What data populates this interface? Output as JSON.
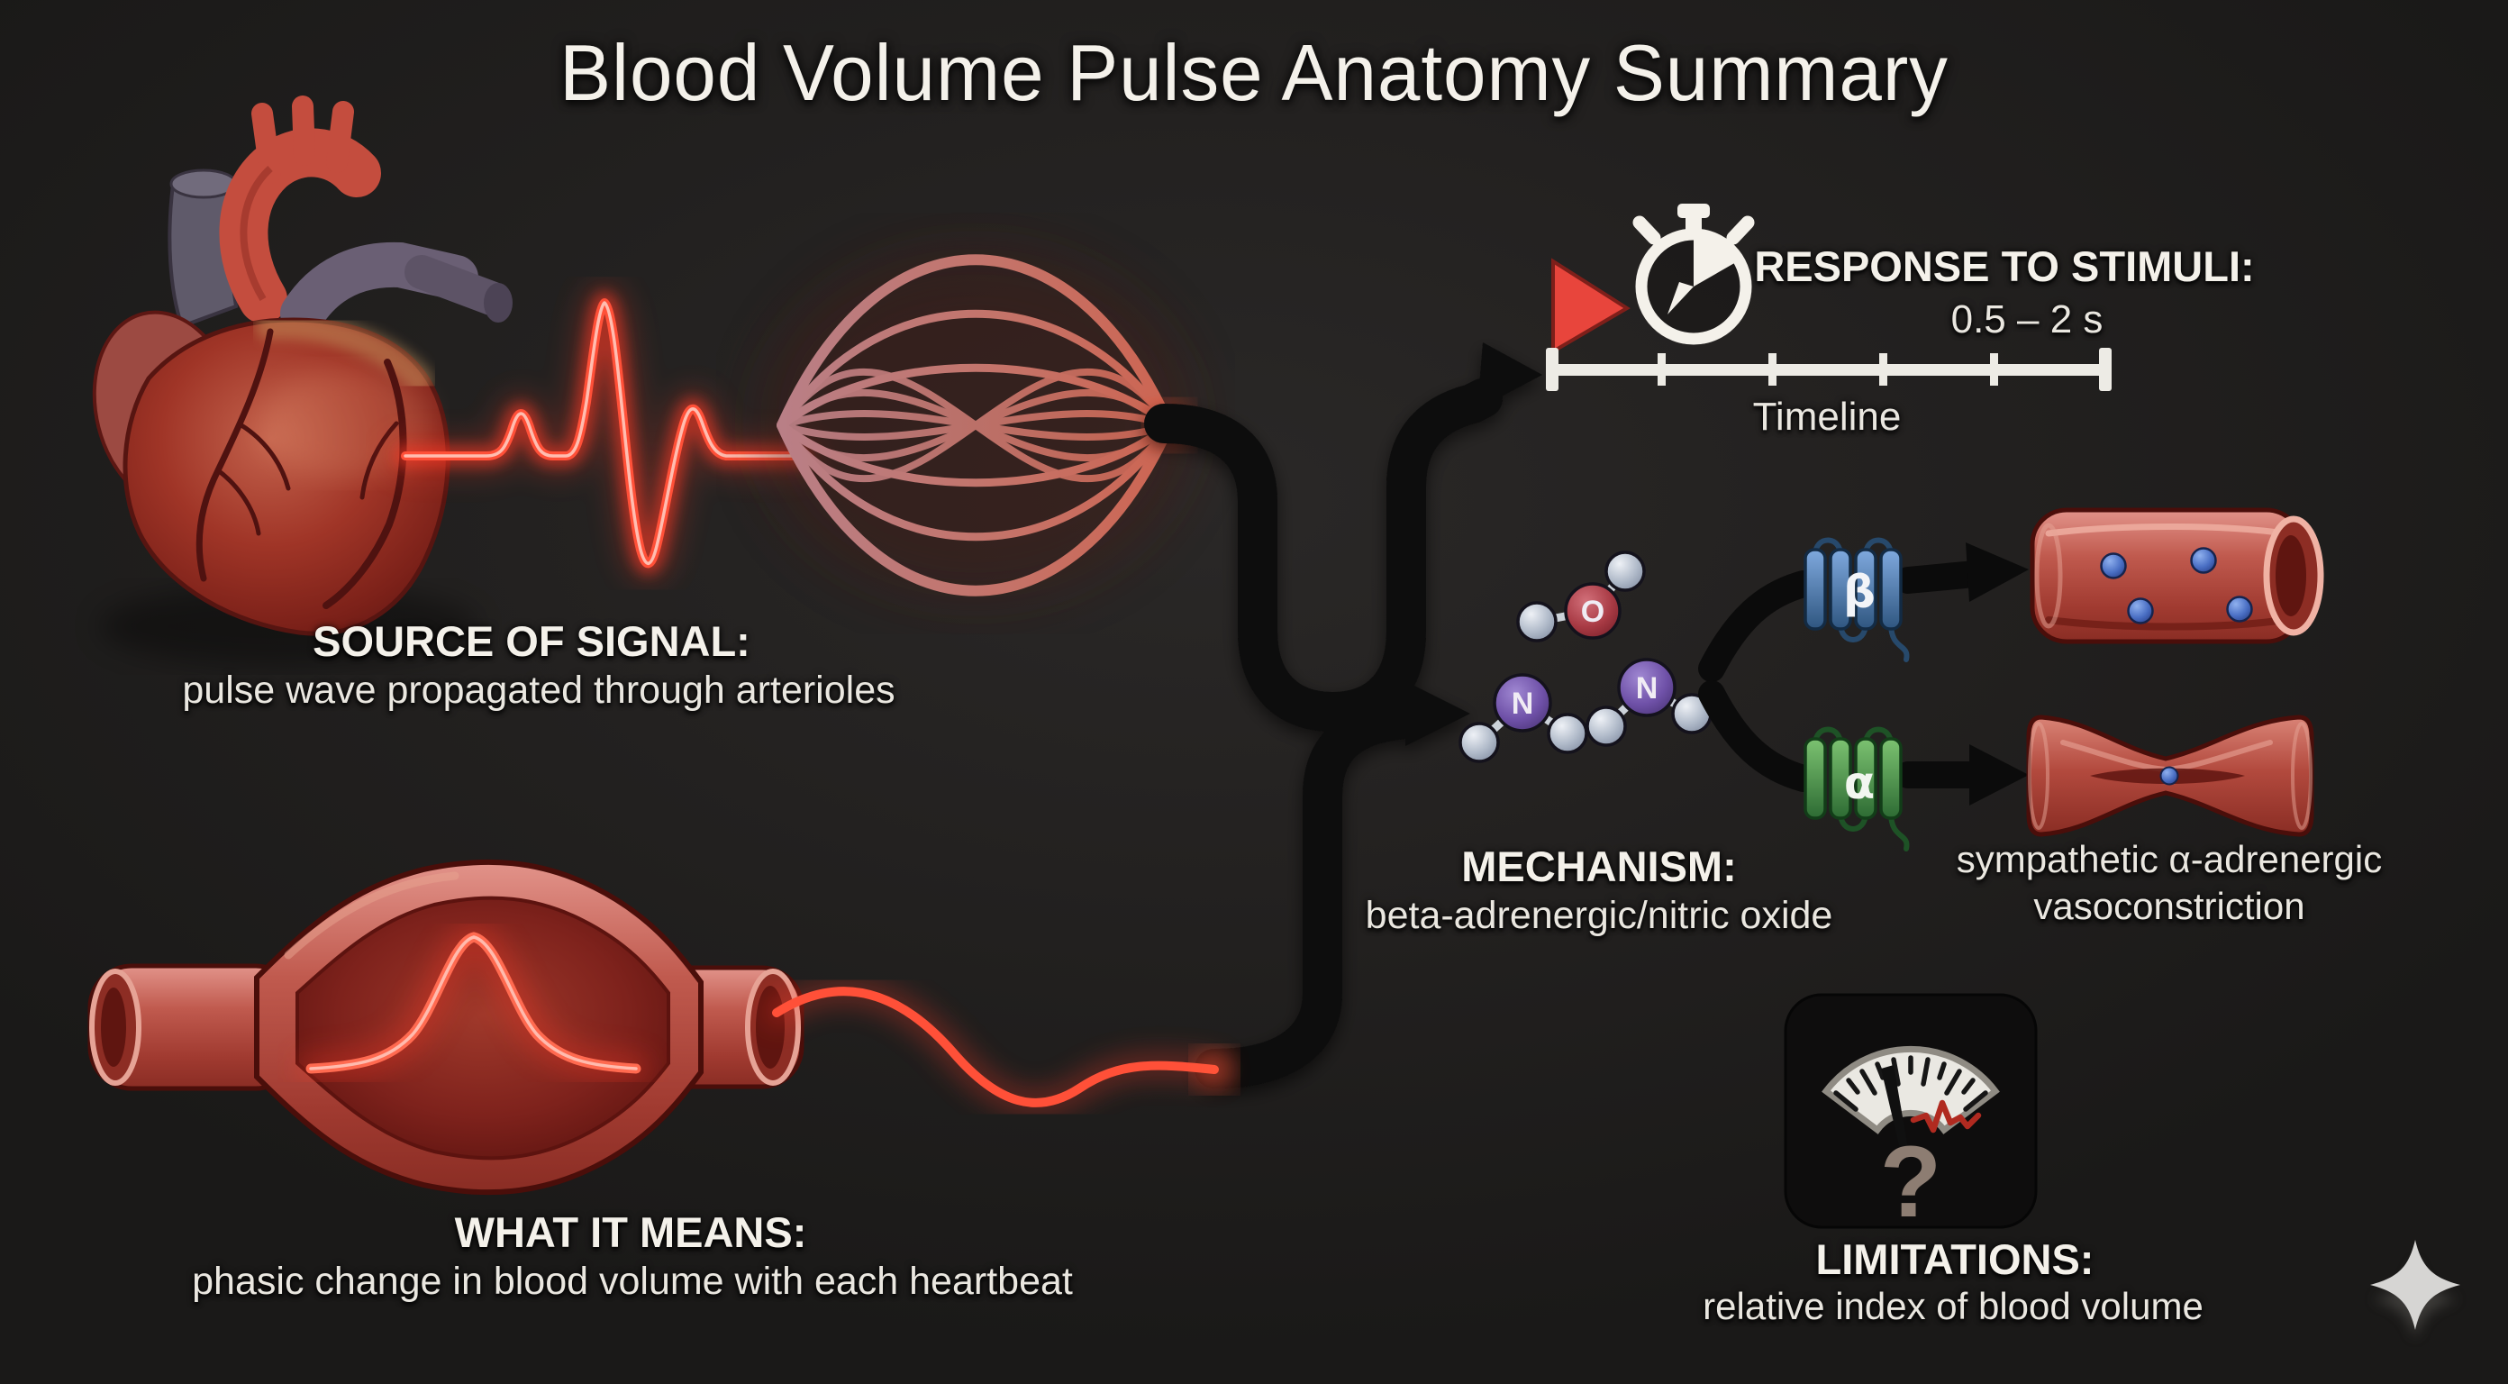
{
  "title": "Blood Volume Pulse Anatomy Summary",
  "sections": {
    "source": {
      "heading": "SOURCE OF SIGNAL:",
      "description": "pulse wave propagated through arterioles"
    },
    "response": {
      "heading": "RESPONSE TO STIMULI:",
      "duration": "0.5 – 2 s",
      "timeline_label": "Timeline"
    },
    "mechanism": {
      "heading": "MECHANISM:",
      "description": "beta-adrenergic/nitric oxide"
    },
    "vasoconstriction": {
      "line1": "sympathetic α-adrenergic",
      "line2": "vasoconstriction"
    },
    "meaning": {
      "heading": "WHAT IT MEANS:",
      "description": "phasic change in blood volume with each heartbeat"
    },
    "limitations": {
      "heading": "LIMITATIONS:",
      "description": "relative index of blood volume"
    }
  },
  "glyphs": {
    "beta": "β",
    "alpha": "α",
    "oxygen": "O",
    "nitrogen": "N",
    "question": "?"
  },
  "icons": [
    "heart-icon",
    "pulse-wave-icon",
    "arteriole-network-icon",
    "flow-arrow-icon",
    "stimulus-flag-icon",
    "stopwatch-icon",
    "timeline-ruler",
    "nitric-oxide-molecule-icon",
    "beta-receptor-icon",
    "alpha-receptor-icon",
    "dilated-vessel-icon",
    "constricted-vessel-icon",
    "gauge-icon",
    "question-mark",
    "sparkle-icon"
  ],
  "colors": {
    "background": "#222020",
    "text": "#f4f1ea",
    "subtext": "#eae7e0",
    "accent_red": "#e8453c",
    "pulse_red": "#ff3b28",
    "vessel_salmon": "#c05a4e",
    "beta_blue": "#4f83bb",
    "alpha_green": "#4f9e4b",
    "molecule_purple": "#7a5bb0",
    "oxygen_red": "#a83a44",
    "atom_gray": "#b9c2d0",
    "dot_blue": "#4a6fc4",
    "arrow_black": "#0b0b0b",
    "gauge_face": "#eae8e2",
    "ecg_red": "#b02a20",
    "question_gray": "#8d7d72",
    "sparkle_gray": "#d6d5d3"
  }
}
